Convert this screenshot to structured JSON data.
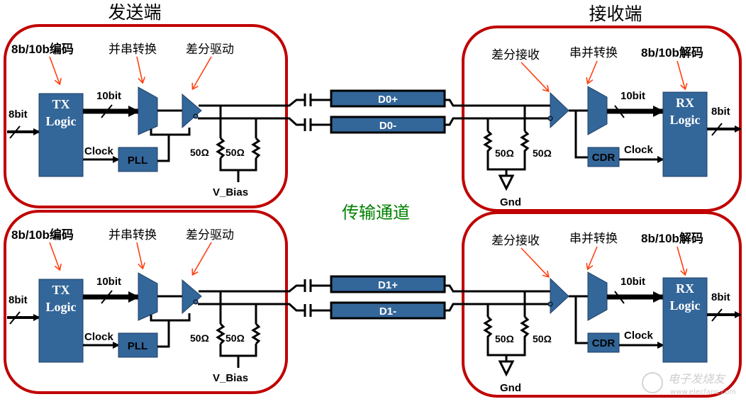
{
  "colors": {
    "block_fill": "#336699",
    "frame_red": "#c00000",
    "arrow_orange": "#ff4010",
    "channel_title_green": "#008000",
    "wire": "#000000"
  },
  "titles": {
    "transmitter": "发送端",
    "receiver": "接收端",
    "channel": "传输通道"
  },
  "lanes": [
    {
      "tx": {
        "encode_label": "8b/10b编码",
        "serializer_label": "并串转换",
        "driver_label": "差分驱动",
        "logic_line1": "TX",
        "logic_line2": "Logic",
        "input_bus": "8bit",
        "output_bus": "10bit",
        "clock_label": "Clock",
        "pll_label": "PLL",
        "resistor1": "50Ω",
        "resistor2": "50Ω",
        "bias_label": "V_Bias"
      },
      "channel": {
        "pos": "D0+",
        "neg": "D0-"
      },
      "rx": {
        "receiver_label": "差分接收",
        "deserializer_label": "串并转换",
        "decode_label": "8b/10b解码",
        "logic_line1": "RX",
        "logic_line2": "Logic",
        "input_bus": "10bit",
        "output_bus": "8bit",
        "clock_label": "Clock",
        "cdr_label": "CDR",
        "resistor1": "50Ω",
        "resistor2": "50Ω",
        "ground_label": "Gnd"
      }
    },
    {
      "tx": {
        "encode_label": "8b/10b编码",
        "serializer_label": "并串转换",
        "driver_label": "差分驱动",
        "logic_line1": "TX",
        "logic_line2": "Logic",
        "input_bus": "8bit",
        "output_bus": "10bit",
        "clock_label": "Clock",
        "pll_label": "PLL",
        "resistor1": "50Ω",
        "resistor2": "50Ω",
        "bias_label": "V_Bias"
      },
      "channel": {
        "pos": "D1+",
        "neg": "D1-"
      },
      "rx": {
        "receiver_label": "差分接收",
        "deserializer_label": "串并转换",
        "decode_label": "8b/10b解码",
        "logic_line1": "RX",
        "logic_line2": "Logic",
        "input_bus": "10bit",
        "output_bus": "8bit",
        "clock_label": "Clock",
        "cdr_label": "CDR",
        "resistor1": "50Ω",
        "resistor2": "50Ω",
        "ground_label": "Gnd"
      }
    }
  ],
  "watermark": {
    "brand": "电子发烧友",
    "url": "www.elecfans.com"
  }
}
